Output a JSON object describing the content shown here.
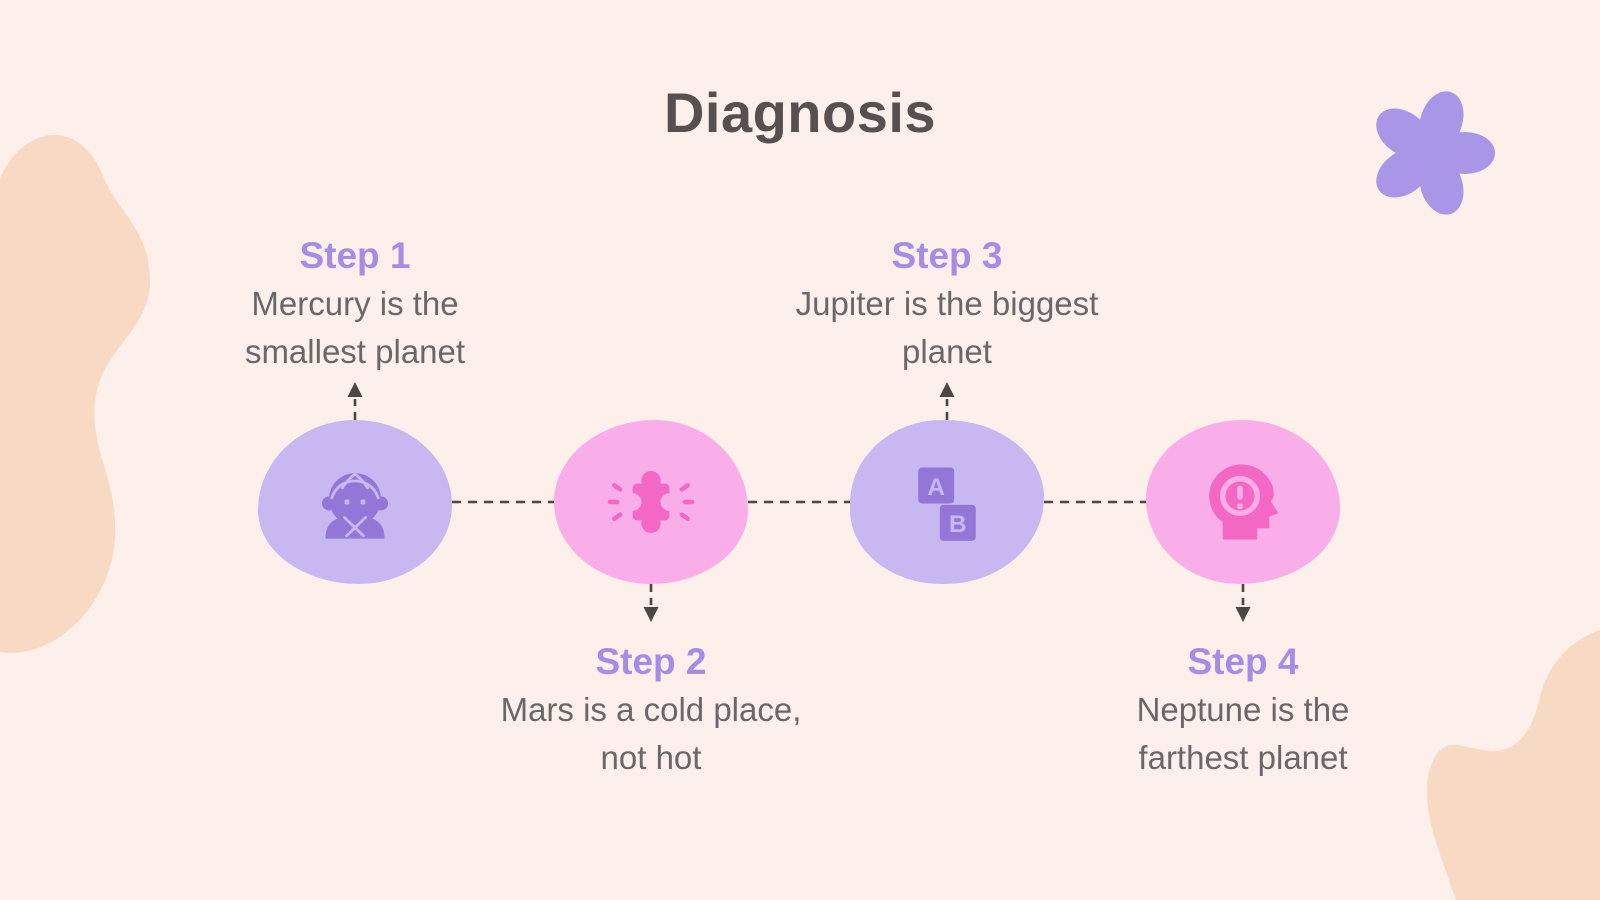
{
  "slide": {
    "title": "Diagnosis"
  },
  "steps": [
    {
      "label": "Step 1",
      "description": "Mercury is the smallest planet",
      "icon": "woman-avatar-icon",
      "text_position": "above",
      "circle_color": "#c8b7f0",
      "icon_color": "#9376d8"
    },
    {
      "label": "Step 2",
      "description": "Mars is a cold place, not hot",
      "icon": "puzzle-piece-icon",
      "text_position": "below",
      "circle_color": "#f9ade9",
      "icon_color": "#f367c5"
    },
    {
      "label": "Step 3",
      "description": "Jupiter is the biggest planet",
      "icon": "ab-blocks-icon",
      "text_position": "above",
      "circle_color": "#c8b7f0",
      "icon_color": "#9376d8",
      "letters": {
        "a": "A",
        "b": "B"
      }
    },
    {
      "label": "Step 4",
      "description": "Neptune is the farthest planet",
      "icon": "head-alert-icon",
      "text_position": "below",
      "circle_color": "#f9ade9",
      "icon_color": "#f367c5"
    }
  ],
  "colors": {
    "background": "#fdf0eb",
    "blob_peach": "#f8d9c4",
    "flower_purple": "#aa96e6",
    "step_label_purple": "#a78ce5",
    "body_text_gray": "#6b6769",
    "title_gray": "#57504e",
    "connector_gray": "#4a4745"
  }
}
